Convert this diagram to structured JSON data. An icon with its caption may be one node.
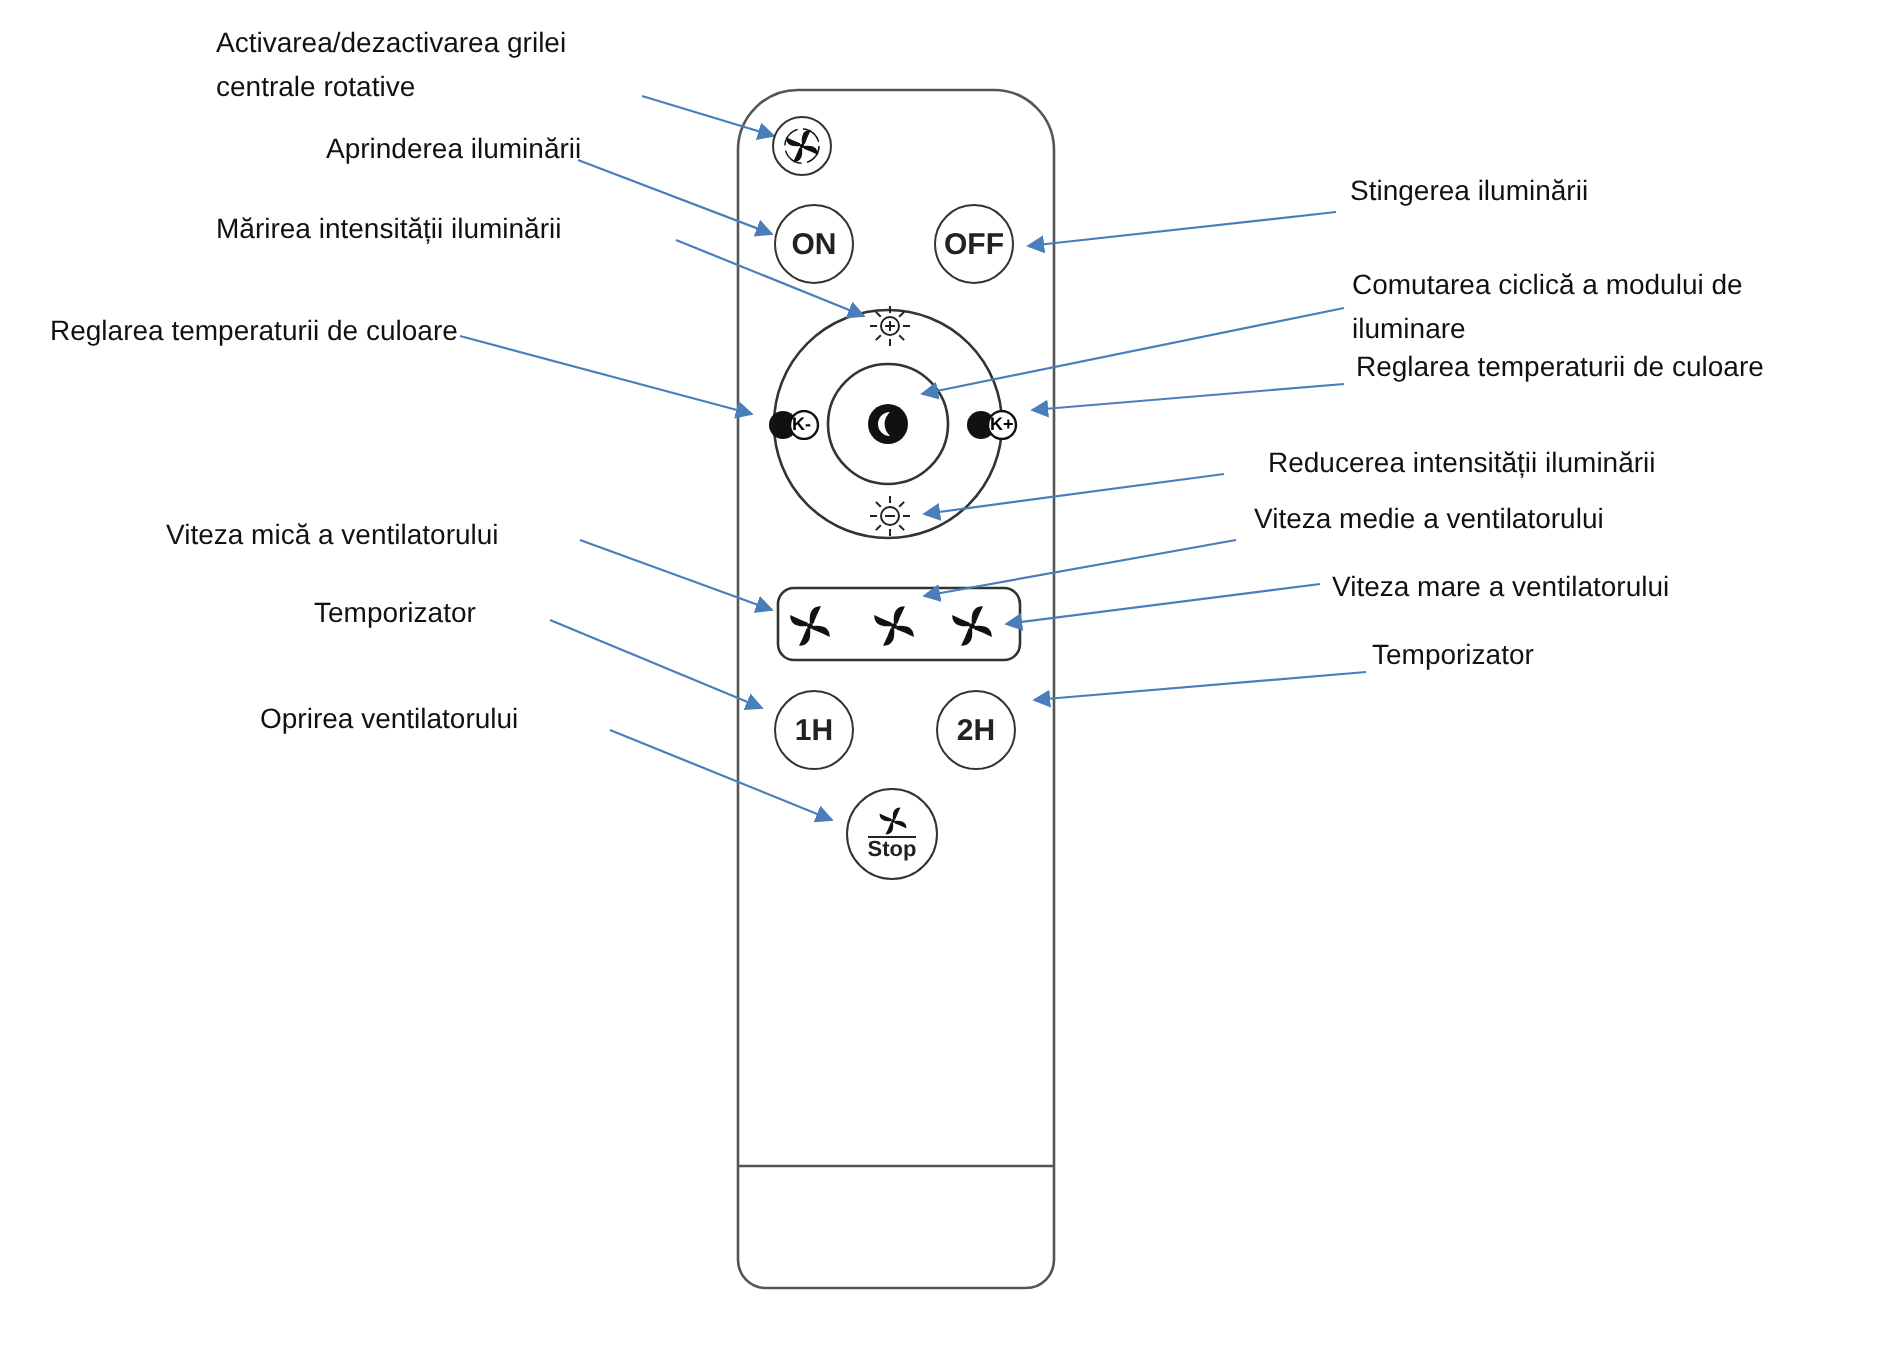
{
  "diagram": {
    "nodes": [
      {
        "text": [
          "Activarea/dezactivarea grilei centrale rotative"
        ]
      },
      {
        "text": [],
        "shape": "circle"
      },
      {
        "text": [
          "Aprinderea iluminării"
        ]
      },
      {
        "text": [
          "ON"
        ]
      },
      {
        "text": [
          "Stingerea iluminării"
        ]
      },
      {
        "text": [
          "OFF"
        ]
      },
      {
        "text": [
          "Mărirea intensității iluminării"
        ]
      },
      {
        "text": [],
        "shape": "sun"
      },
      {
        "text": [
          "Comutarea ciclică a modului de iluminare"
        ]
      },
      {
        "text": [],
        "shape": "circle"
      },
      {
        "text": [
          "Reglarea temperaturii de culoare"
        ]
      },
      {
        "text": [
          "K-"
        ]
      },
      {
        "text": [
          "Reglarea temperaturii de culoare"
        ]
      },
      {
        "text": [
          "K+"
        ]
      },
      {
        "text": [
          "Reducerea intensității iluminării"
        ]
      },
      {
        "text": [],
        "shape": "sun"
      },
      {
        "text": [
          "Viteza mică a ventilatorului"
        ]
      },
      {
        "text": [],
        "shape": "fan"
      },
      {
        "text": [
          "Viteza medie a ventilatorului"
        ]
      },
      {
        "text": [],
        "shape": "fan"
      },
      {
        "text": [
          "Viteza mare a ventilatorului"
        ]
      },
      {
        "text": [],
        "shape": "fan"
      },
      {
        "text": [
          "Temporizator"
        ]
      },
      {
        "text": [
          "1H"
        ]
      },
      {
        "text": [
          "Temporizator"
        ]
      },
      {
        "text": [
          "2H"
        ]
      },
      {
        "text": [
          "Oprirea ventilatorului"
        ]
      },
      {
        "text": [
          "Stop"
        ]
      }
    ],
    "edges": [
      {
        "from": 0,
        "to": 1,
        "arrow": "to"
      },
      {
        "from": 2,
        "to": 3,
        "arrow": "to"
      },
      {
        "from": 4,
        "to": 5,
        "arrow": "to"
      },
      {
        "from": 6,
        "to": 7,
        "arrow": "to"
      },
      {
        "from": 8,
        "to": 9,
        "arrow": "to"
      },
      {
        "from": 10,
        "to": 11,
        "arrow": "to"
      },
      {
        "from": 12,
        "to": 13,
        "arrow": "to"
      },
      {
        "from": 14,
        "to": 15,
        "arrow": "to"
      },
      {
        "from": 16,
        "to": 17,
        "arrow": "to"
      },
      {
        "from": 18,
        "to": 19,
        "arrow": "to"
      },
      {
        "from": 20,
        "to": 21,
        "arrow": "to"
      },
      {
        "from": 22,
        "to": 23,
        "arrow": "to"
      },
      {
        "from": 24,
        "to": 25,
        "arrow": "to"
      },
      {
        "from": 26,
        "to": 27,
        "arrow": "to"
      }
    ]
  }
}
